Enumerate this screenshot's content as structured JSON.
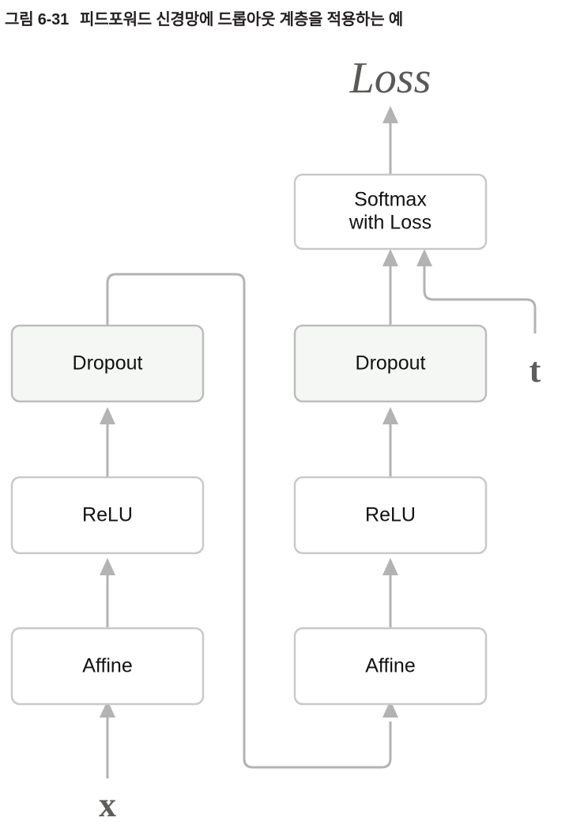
{
  "figure": {
    "caption_number": "그림 6-31",
    "caption_text": "피드포워드 신경망에 드롭아웃 계층을 적용하는 예",
    "background_color": "#ffffff"
  },
  "colors": {
    "box_border_plain": "#c9c9c9",
    "box_border_shaded": "#bdbdbd",
    "box_fill_plain": "#ffffff",
    "box_fill_shaded": "#f5f7f5",
    "edge": "#b3b3b3",
    "node_text": "#111111",
    "variable_text": "#5d5d5b",
    "caption_text": "#231f20"
  },
  "diagram": {
    "type": "feedforward-neural-network-with-dropout",
    "nodes": [
      {
        "id": "loss-output",
        "label": "Loss",
        "kind": "variable",
        "column": "right"
      },
      {
        "id": "softmax-with-loss",
        "label_line1": "Softmax",
        "label_line2": "with Loss",
        "kind": "box",
        "style": "plain",
        "column": "right"
      },
      {
        "id": "dropout-right",
        "label": "Dropout",
        "kind": "box",
        "style": "shaded",
        "column": "right"
      },
      {
        "id": "relu-right",
        "label": "ReLU",
        "kind": "box",
        "style": "plain",
        "column": "right"
      },
      {
        "id": "affine-right",
        "label": "Affine",
        "kind": "box",
        "style": "plain",
        "column": "right"
      },
      {
        "id": "dropout-left",
        "label": "Dropout",
        "kind": "box",
        "style": "shaded",
        "column": "left"
      },
      {
        "id": "relu-left",
        "label": "ReLU",
        "kind": "box",
        "style": "plain",
        "column": "left"
      },
      {
        "id": "affine-left",
        "label": "Affine",
        "kind": "box",
        "style": "plain",
        "column": "left"
      },
      {
        "id": "input-x",
        "label": "x",
        "kind": "variable",
        "column": "left"
      },
      {
        "id": "input-t",
        "label": "t",
        "kind": "variable",
        "column": "right"
      }
    ],
    "edges": [
      {
        "from": "input-x",
        "to": "affine-left",
        "arrow": true
      },
      {
        "from": "affine-left",
        "to": "relu-left",
        "arrow": true
      },
      {
        "from": "relu-left",
        "to": "dropout-left",
        "arrow": true
      },
      {
        "from": "dropout-left",
        "to": "affine-right",
        "arrow": true,
        "routing": "loop-around-right"
      },
      {
        "from": "affine-right",
        "to": "relu-right",
        "arrow": true
      },
      {
        "from": "relu-right",
        "to": "dropout-right",
        "arrow": true
      },
      {
        "from": "dropout-right",
        "to": "softmax-with-loss",
        "arrow": true
      },
      {
        "from": "input-t",
        "to": "softmax-with-loss",
        "arrow": true,
        "routing": "elbow-from-right"
      },
      {
        "from": "softmax-with-loss",
        "to": "loss-output",
        "arrow": true
      }
    ]
  }
}
